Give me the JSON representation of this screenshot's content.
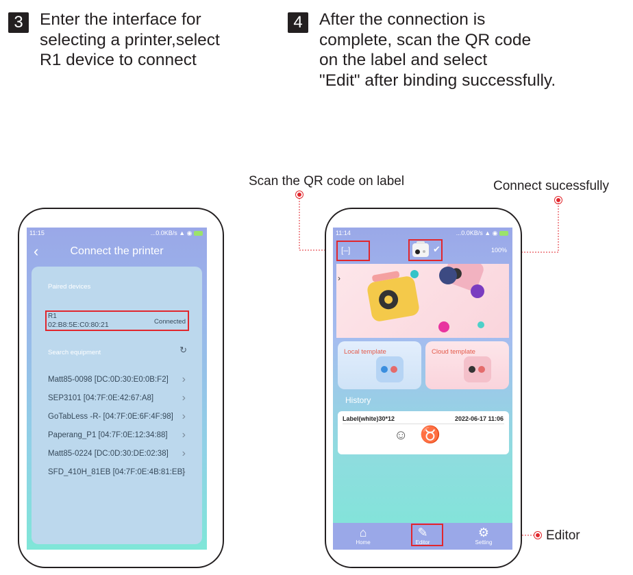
{
  "steps": [
    {
      "number": "3",
      "text": "Enter the interface for\nselecting a printer,select\nR1 device to connect"
    },
    {
      "number": "4",
      "text": "After the connection is\ncomplete, scan the QR code\non the label and select\n\"Edit\" after binding successfully."
    }
  ],
  "annotations": {
    "scan_qr": "Scan the QR code on label",
    "connect_success": "Connect sucessfully",
    "editor": "Editor"
  },
  "phone_left": {
    "status_time": "11:15",
    "status_right": "...0.0KB/s",
    "title": "Connect the printer",
    "paired_label": "Paired devices",
    "device_name": "R1",
    "device_mac": "02:B8:5E:C0:80:21",
    "device_status": "Connected",
    "search_label": "Search equipment",
    "devices": [
      "Matt85-0098 [DC:0D:30:E0:0B:F2]",
      "SEP3101 [04:7F:0E:42:67:A8]",
      "GoTabLess -R- [04:7F:0E:6F:4F:98]",
      "Paperang_P1 [04:7F:0E:12:34:88]",
      "Matt85-0224 [DC:0D:30:DE:02:38]",
      "SFD_410H_81EB [04:7F:0E:4B:81:EB]"
    ]
  },
  "phone_right": {
    "status_time": "11:14",
    "status_right": "...0.0KB/s",
    "battery": "100%",
    "local_template": "Local template",
    "cloud_template": "Cloud template",
    "history_title": "History",
    "history_label": "Label(white)30*12",
    "history_date": "2022-06-17 11:06",
    "tabs": {
      "home": "Home",
      "editor": "Editor",
      "setting": "Setting"
    }
  },
  "colors": {
    "accent_red": "#e1262c",
    "phone_top": "#9aa8e8",
    "phone_bottom": "#7fe6d8"
  }
}
